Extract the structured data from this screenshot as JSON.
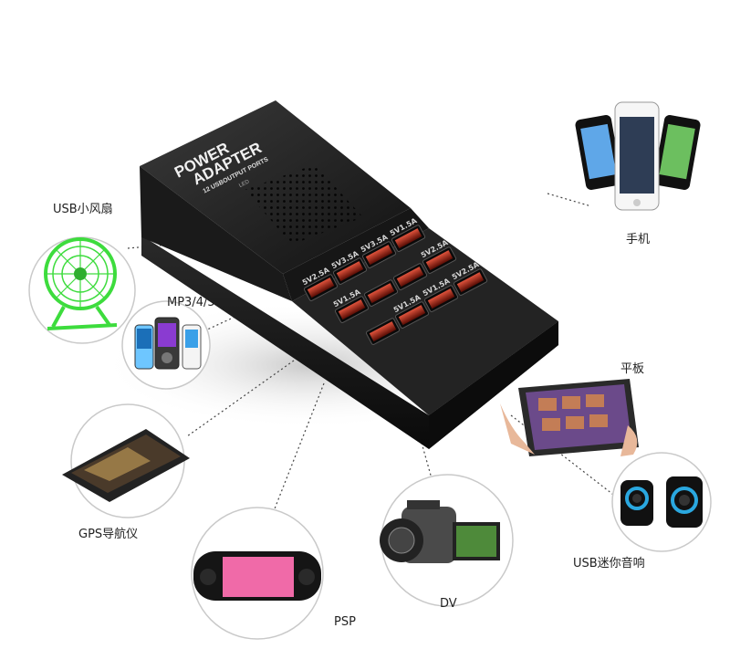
{
  "product": {
    "title_line1": "POWER",
    "title_line2": "ADAPTER",
    "subtitle": "12 USBOUTPUT PORTS",
    "led_label": "LED",
    "ports": [
      {
        "label": "5V1.5A"
      },
      {
        "label": "5V2.5A"
      },
      {
        "label": "5V2.5A"
      },
      {
        "label": "5V3.5A"
      },
      {
        "label": ""
      },
      {
        "label": "5V1.5A"
      },
      {
        "label": "5V3.5A"
      },
      {
        "label": ""
      },
      {
        "label": "5V1.5A"
      },
      {
        "label": "5V2.5A"
      },
      {
        "label": "5V1.5A"
      },
      {
        "label": ""
      }
    ]
  },
  "devices": {
    "fan": "USB小风扇",
    "mp3": "MP3/4/5",
    "gps": "GPS导航仪",
    "psp": "PSP",
    "dv": "DV",
    "phone": "手机",
    "tablet": "平板",
    "speaker": "USB迷你音响"
  },
  "colors": {
    "body": "#1e1e1e",
    "port_glow": "#c0392b",
    "fan_green": "#3ddc3d",
    "speaker_blue": "#2aa8e0",
    "psp_screen": "#f06aa8"
  }
}
